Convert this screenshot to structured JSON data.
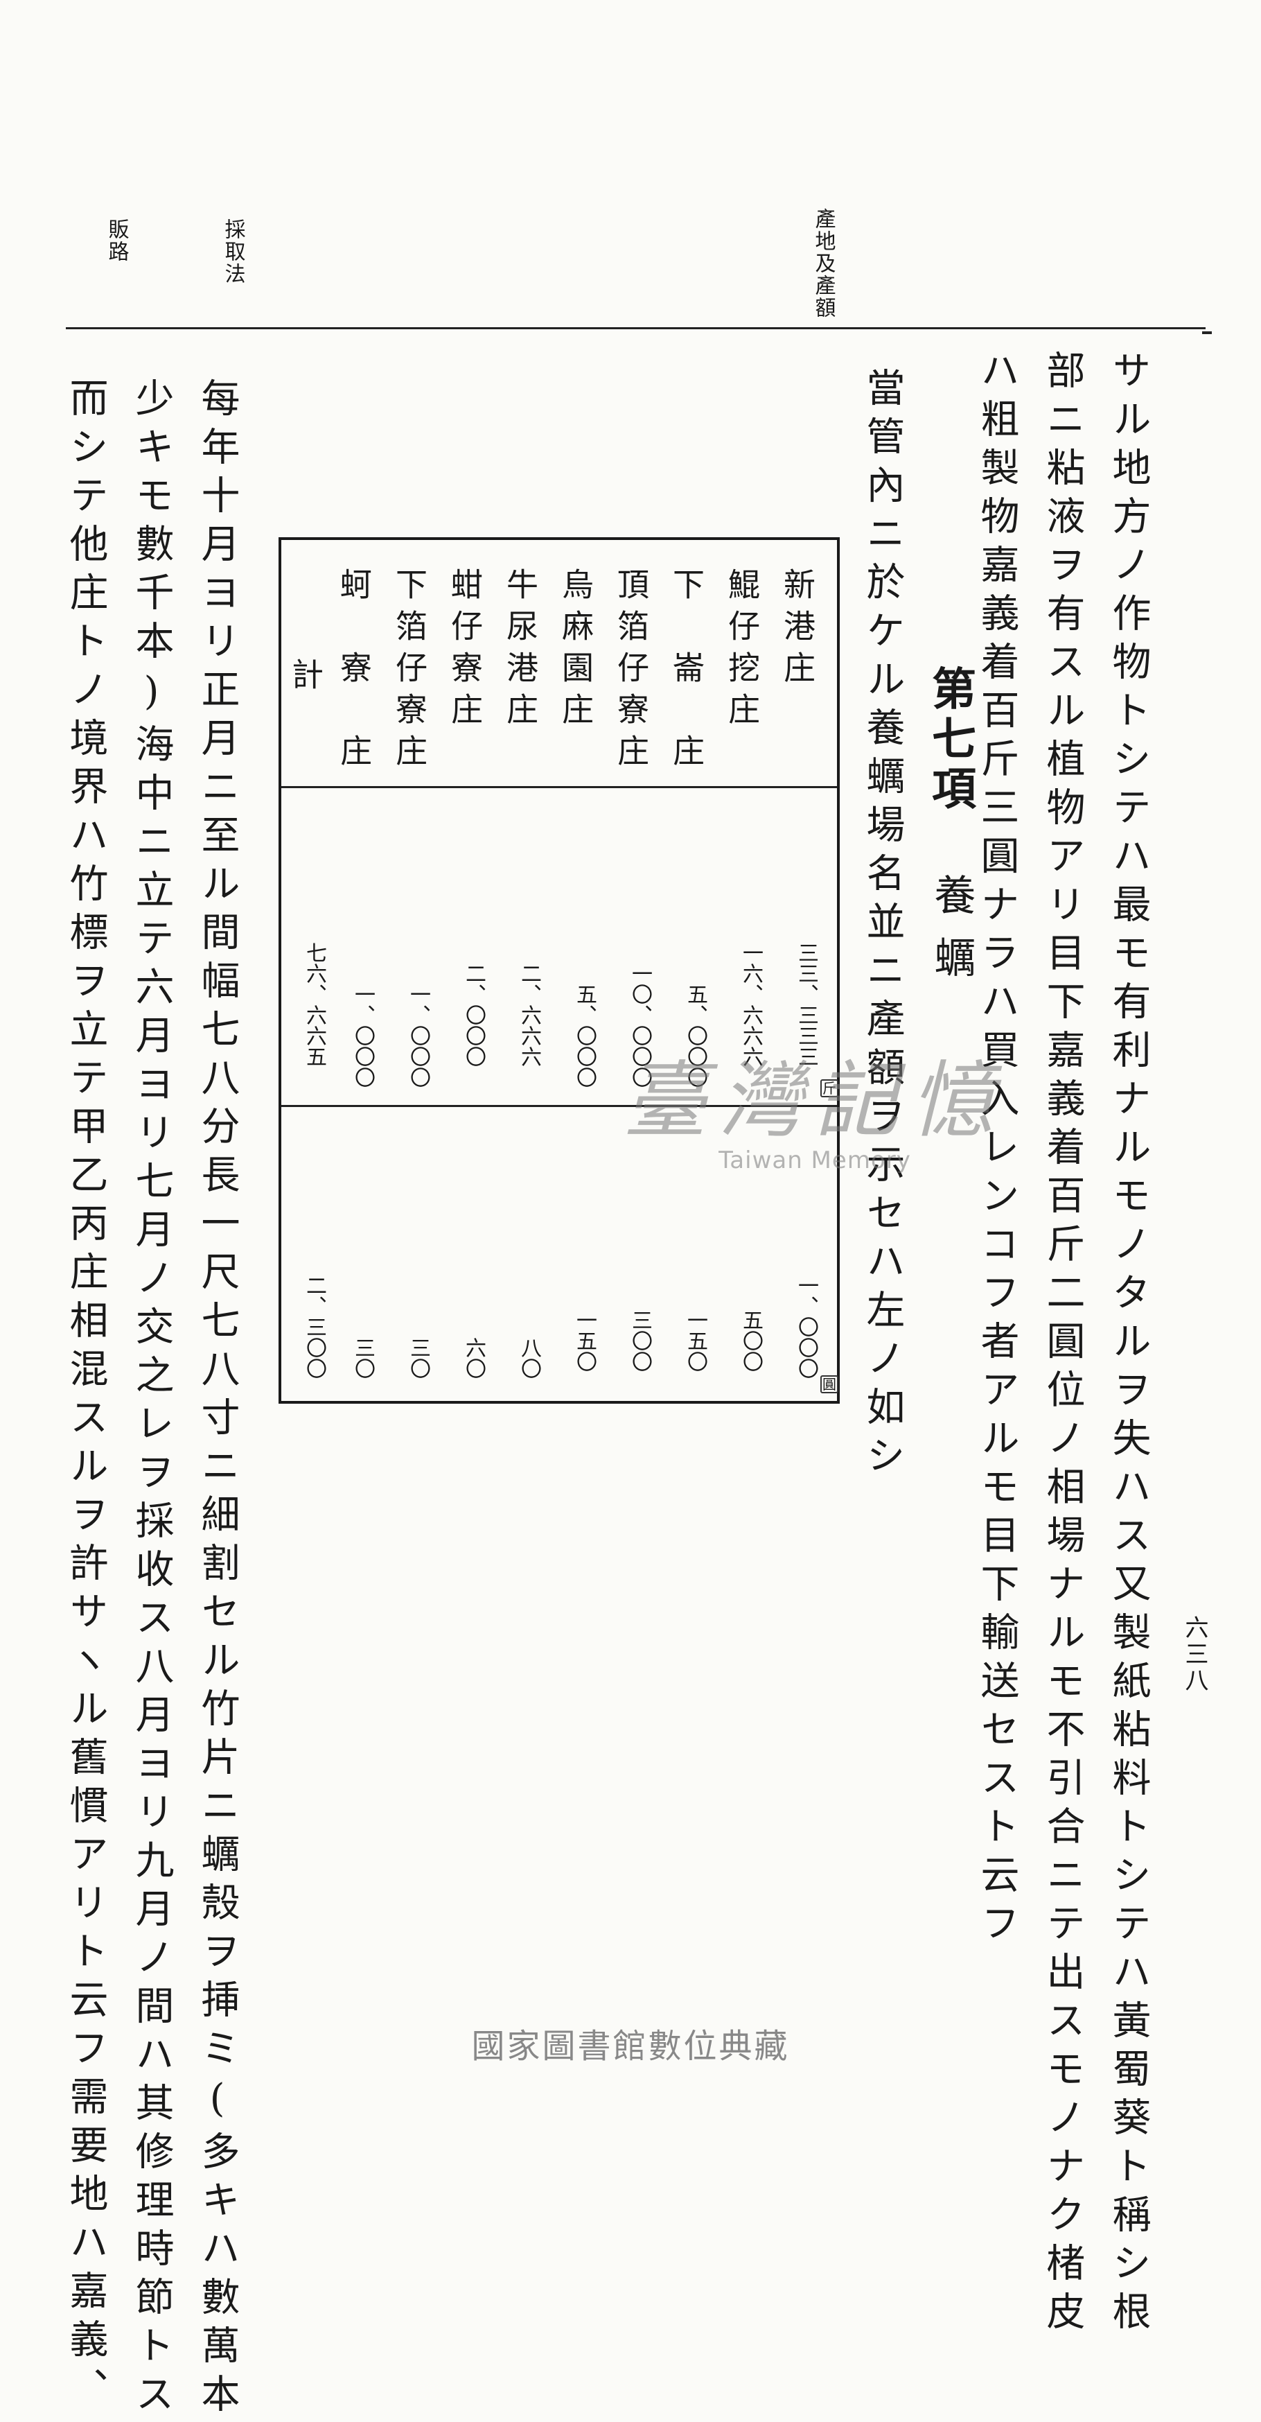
{
  "page_number": "六三八",
  "margin_notes": {
    "production": "產地及產額",
    "harvest": "採取法",
    "sales": "販路"
  },
  "body_columns": [
    "サル地方ノ作物トシテハ最モ有利ナルモノタルヲ失ハス又製紙粘料トシテハ黃蜀葵ト稱シ根",
    "部ニ粘液ヲ有スル植物アリ目下嘉義着百斤二圓位ノ相場ナルモ不引合ニテ出スモノナク楮皮",
    "ハ粗製物嘉義着百斤三圓ナラハ買入レンコフ者アルモ目下輸送セスト云フ"
  ],
  "section": {
    "title": "第七項",
    "subtitle": "養蠣"
  },
  "intro": "當管內ニ於ケル養蠣場名並ニ產額ヲ示セハ左ノ如シ",
  "table": {
    "unit_yen": "斤",
    "unit_value": "圓",
    "rows": [
      {
        "name": "新港庄",
        "qty": "三三、三三三",
        "value": "一、〇〇〇"
      },
      {
        "name": "鯤仔挖庄",
        "qty": "一六、六六六",
        "value": "五〇〇"
      },
      {
        "name": "下崙庄",
        "qty": "五、〇〇〇",
        "value": "一五〇"
      },
      {
        "name": "頂箔仔寮庄",
        "qty": "一〇、〇〇〇",
        "value": "三〇〇"
      },
      {
        "name": "烏麻園庄",
        "qty": "五、〇〇〇",
        "value": "一五〇"
      },
      {
        "name": "牛尿港庄",
        "qty": "二、六六六",
        "value": "八〇"
      },
      {
        "name": "蚶仔寮庄",
        "qty": "二、〇〇〇",
        "value": "六〇"
      },
      {
        "name": "下箔仔寮庄",
        "qty": "一、〇〇〇",
        "value": "三〇"
      },
      {
        "name": "蚵寮庄",
        "qty": "一、〇〇〇",
        "value": "三〇"
      },
      {
        "name": "計",
        "qty": "七六、六六五",
        "value": "二、三〇〇"
      }
    ]
  },
  "after_columns": [
    "每年十月ヨリ正月ニ至ル間幅七八分長一尺七八寸ニ細割セル竹片ニ蠣殼ヲ挿ミ(多キハ數萬本",
    "少キモ數千本)海中ニ立テ六月ヨリ七月ノ交之レヲ採收ス八月ヨリ九月ノ間ハ其修理時節トス",
    "而シテ他庄トノ境界ハ竹標ヲ立テ甲乙丙庄相混スルヲ許サヽル舊慣アリト云フ需要地ハ嘉義、"
  ],
  "watermark": {
    "zh": "臺灣記憶",
    "en": "Taiwan Memory"
  },
  "footer": "國家圖書館數位典藏"
}
